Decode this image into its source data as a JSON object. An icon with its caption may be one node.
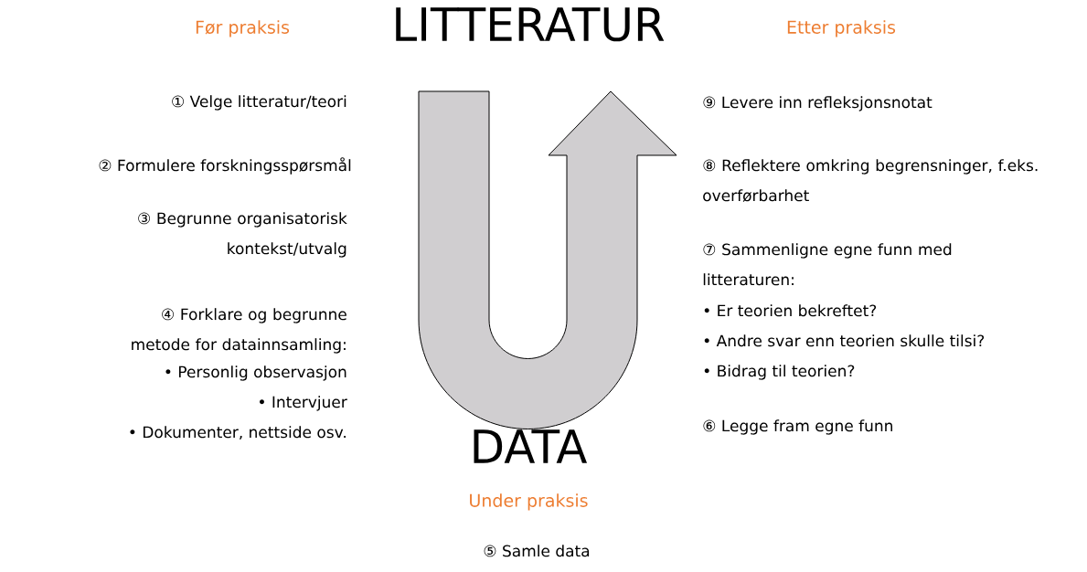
{
  "diagram": {
    "labels": [
      "Før praksis",
      "LITTERATUR",
      "Etter praksis",
      "① Velge litteratur/teori",
      "② Formulere forskningsspørsmål",
      "③ Begrunne organisatorisk kontekst/utvalg",
      "④ Forklare og begrunne metode for datainnsamling:",
      "• Personlig observasjon",
      "• Intervjuer",
      "• Dokumenter, nettside osv.",
      "⑨ Levere inn refleksjonsnotat",
      "⑧ Reflektere omkring begrensninger, f.eks. overførbarhet",
      "⑦ Sammenligne egne funn med litteraturen:",
      "• Er teorien bekreftet?",
      "• Andre svar enn teorien skulle tilsi?",
      "• Bidrag til teorien?",
      "⑥ Legge fram egne funn",
      "DATA",
      "Under praksis",
      "⑤ Samle data"
    ]
  }
}
